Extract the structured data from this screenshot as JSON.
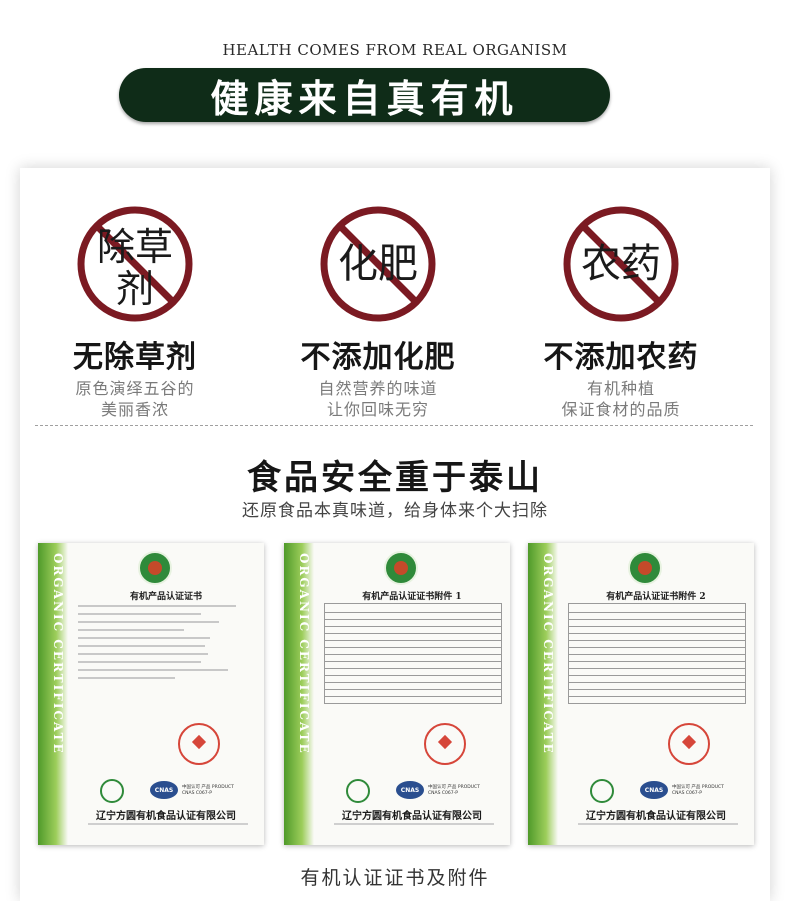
{
  "header": {
    "subtitle_en": "HEALTH COMES FROM REAL ORGANISM",
    "title": "健康来自真有机"
  },
  "colors": {
    "title_pill": "#0f2c18",
    "badge_ring": "#7b1a22",
    "certificate_stripe": "#6fae3a"
  },
  "features": [
    {
      "badge_text": "除草剂",
      "title": "无除草剂",
      "desc_line1": "原色演绎五谷的",
      "desc_line2": "美丽香浓"
    },
    {
      "badge_text": "化肥",
      "title": "不添加化肥",
      "desc_line1": "自然营养的味道",
      "desc_line2": "让你回味无穷"
    },
    {
      "badge_text": "农药",
      "title": "不添加农药",
      "desc_line1": "有机种植",
      "desc_line2": "保证食材的品质"
    }
  ],
  "safety": {
    "title": "食品安全重于泰山",
    "subtitle": "还原食品本真味道，给身体来个大扫除"
  },
  "certificates": [
    {
      "stripe": "ORGANIC CERTIFICATE",
      "title": "有机产品认证证书",
      "issuer": "辽宁方圆有机食品认证有限公司",
      "cnas": "CNAS",
      "cnas_label": "中国认可 产品 PRODUCT CNAS C067-P"
    },
    {
      "stripe": "ORGANIC CERTIFICATE",
      "title": "有机产品认证证书附件 1",
      "issuer": "辽宁方圆有机食品认证有限公司",
      "cnas": "CNAS",
      "cnas_label": "中国认可 产品 PRODUCT CNAS C067-P"
    },
    {
      "stripe": "ORGANIC CERTIFICATE",
      "title": "有机产品认证证书附件 2",
      "issuer": "辽宁方圆有机食品认证有限公司",
      "cnas": "CNAS",
      "cnas_label": "中国认可 产品 PRODUCT CNAS C067-P"
    }
  ],
  "caption": "有机认证证书及附件"
}
